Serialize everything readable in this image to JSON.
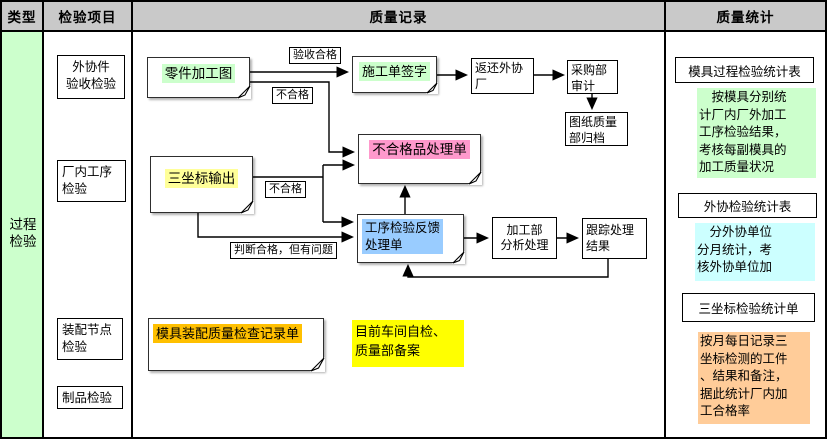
{
  "header": {
    "type": "类型",
    "items": "检验项目",
    "records": "质量记录",
    "stats": "质量统计"
  },
  "type_column": {
    "label": "过程\n检验"
  },
  "inspection_items": {
    "outsourced": "外协件\n验收检验",
    "factory_process": "厂内工序\n检验",
    "assembly_node": "装配节点\n检验",
    "finished_product": "制品检验"
  },
  "flow": {
    "part_drawing": "零件加工图",
    "cmm_output": "三坐标输出",
    "work_order_sign": "施工单签字",
    "return_to_supplier": "返还外协\n厂",
    "purchasing_audit": "采购部\n审计",
    "drawing_archive": "图纸质量\n部归档",
    "nonconforming_form": "不合格品处理单",
    "process_feedback_form": "工序检验反馈\n处理单",
    "processing_analysis": "加工部\n分析处理",
    "tracking_result": "跟踪处理\n结果",
    "assembly_record_form": "模具装配质量检查记录单",
    "self_check_note": "目前车间自检、\n质量部备案",
    "labels": {
      "accepted": "验收合格",
      "rejected": "不合格",
      "qualified_with_issue": "判断合格，但有问题"
    }
  },
  "stats": {
    "mold_process_table": "模具过程检验统计表",
    "mold_process_desc": "　按模具分别统\n计厂内厂外加工\n工序检验结果，\n考核每副模具的\n加工质量状况",
    "outsourcing_table": "外协检验统计表",
    "outsourcing_desc": "　分外协单位\n分月统计，考\n核外协单位加",
    "cmm_table": "三坐标检验统计单",
    "cmm_desc": "按月每日记录三\n坐标检测的工件\n、结果和备注，\n据此统计厂内加\n工合格率"
  },
  "colors": {
    "header_bg": "#c9c9c9",
    "type_column_bg": "#ccffcc",
    "highlight_green": "#ccffcc",
    "highlight_yellow": "#ffff99",
    "highlight_pink": "#ff99cc",
    "highlight_blue": "#99ccff",
    "highlight_gold": "#ffc000",
    "note_yellow": "#ffff00",
    "stat_green": "#ccffcc",
    "stat_cyan": "#ccffff",
    "stat_peach": "#ffcc99"
  }
}
